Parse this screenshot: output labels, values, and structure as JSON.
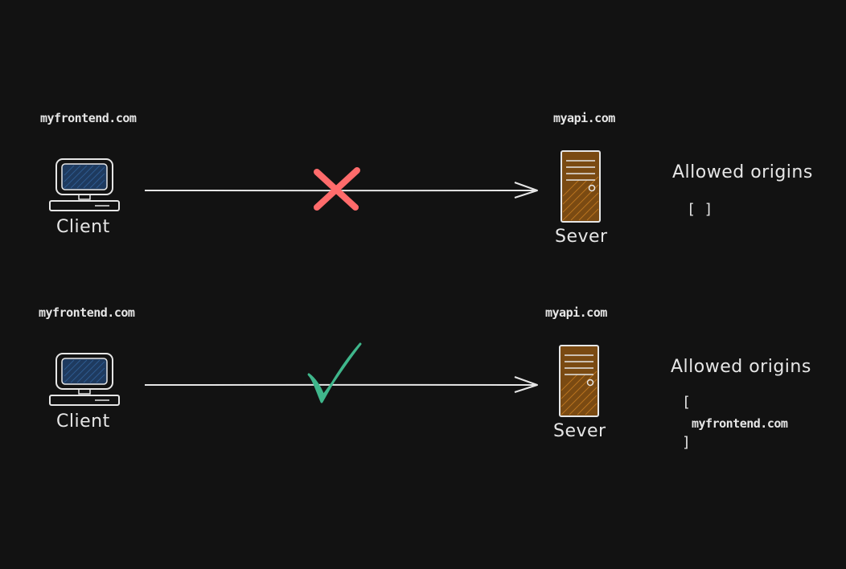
{
  "rows": [
    {
      "status": "blocked",
      "client": {
        "domain": "myfrontend.com",
        "label": "Client"
      },
      "server": {
        "domain": "myapi.com",
        "label": "Sever"
      },
      "allowed": {
        "title": "Allowed origins",
        "list_text": "[ ]"
      },
      "indicator": "cross-icon",
      "indicator_color": "#ff6b6b"
    },
    {
      "status": "allowed",
      "client": {
        "domain": "myfrontend.com",
        "label": "Client"
      },
      "server": {
        "domain": "myapi.com",
        "label": "Sever"
      },
      "allowed": {
        "title": "Allowed origins",
        "open": "[",
        "entry": "myfrontend.com",
        "close": "]"
      },
      "indicator": "check-icon",
      "indicator_color": "#3fb68b"
    }
  ],
  "colors": {
    "background": "#121212",
    "stroke": "#e6e6e6",
    "screen_fill": "#1e3a5f",
    "server_fill": "#7a4a12"
  }
}
